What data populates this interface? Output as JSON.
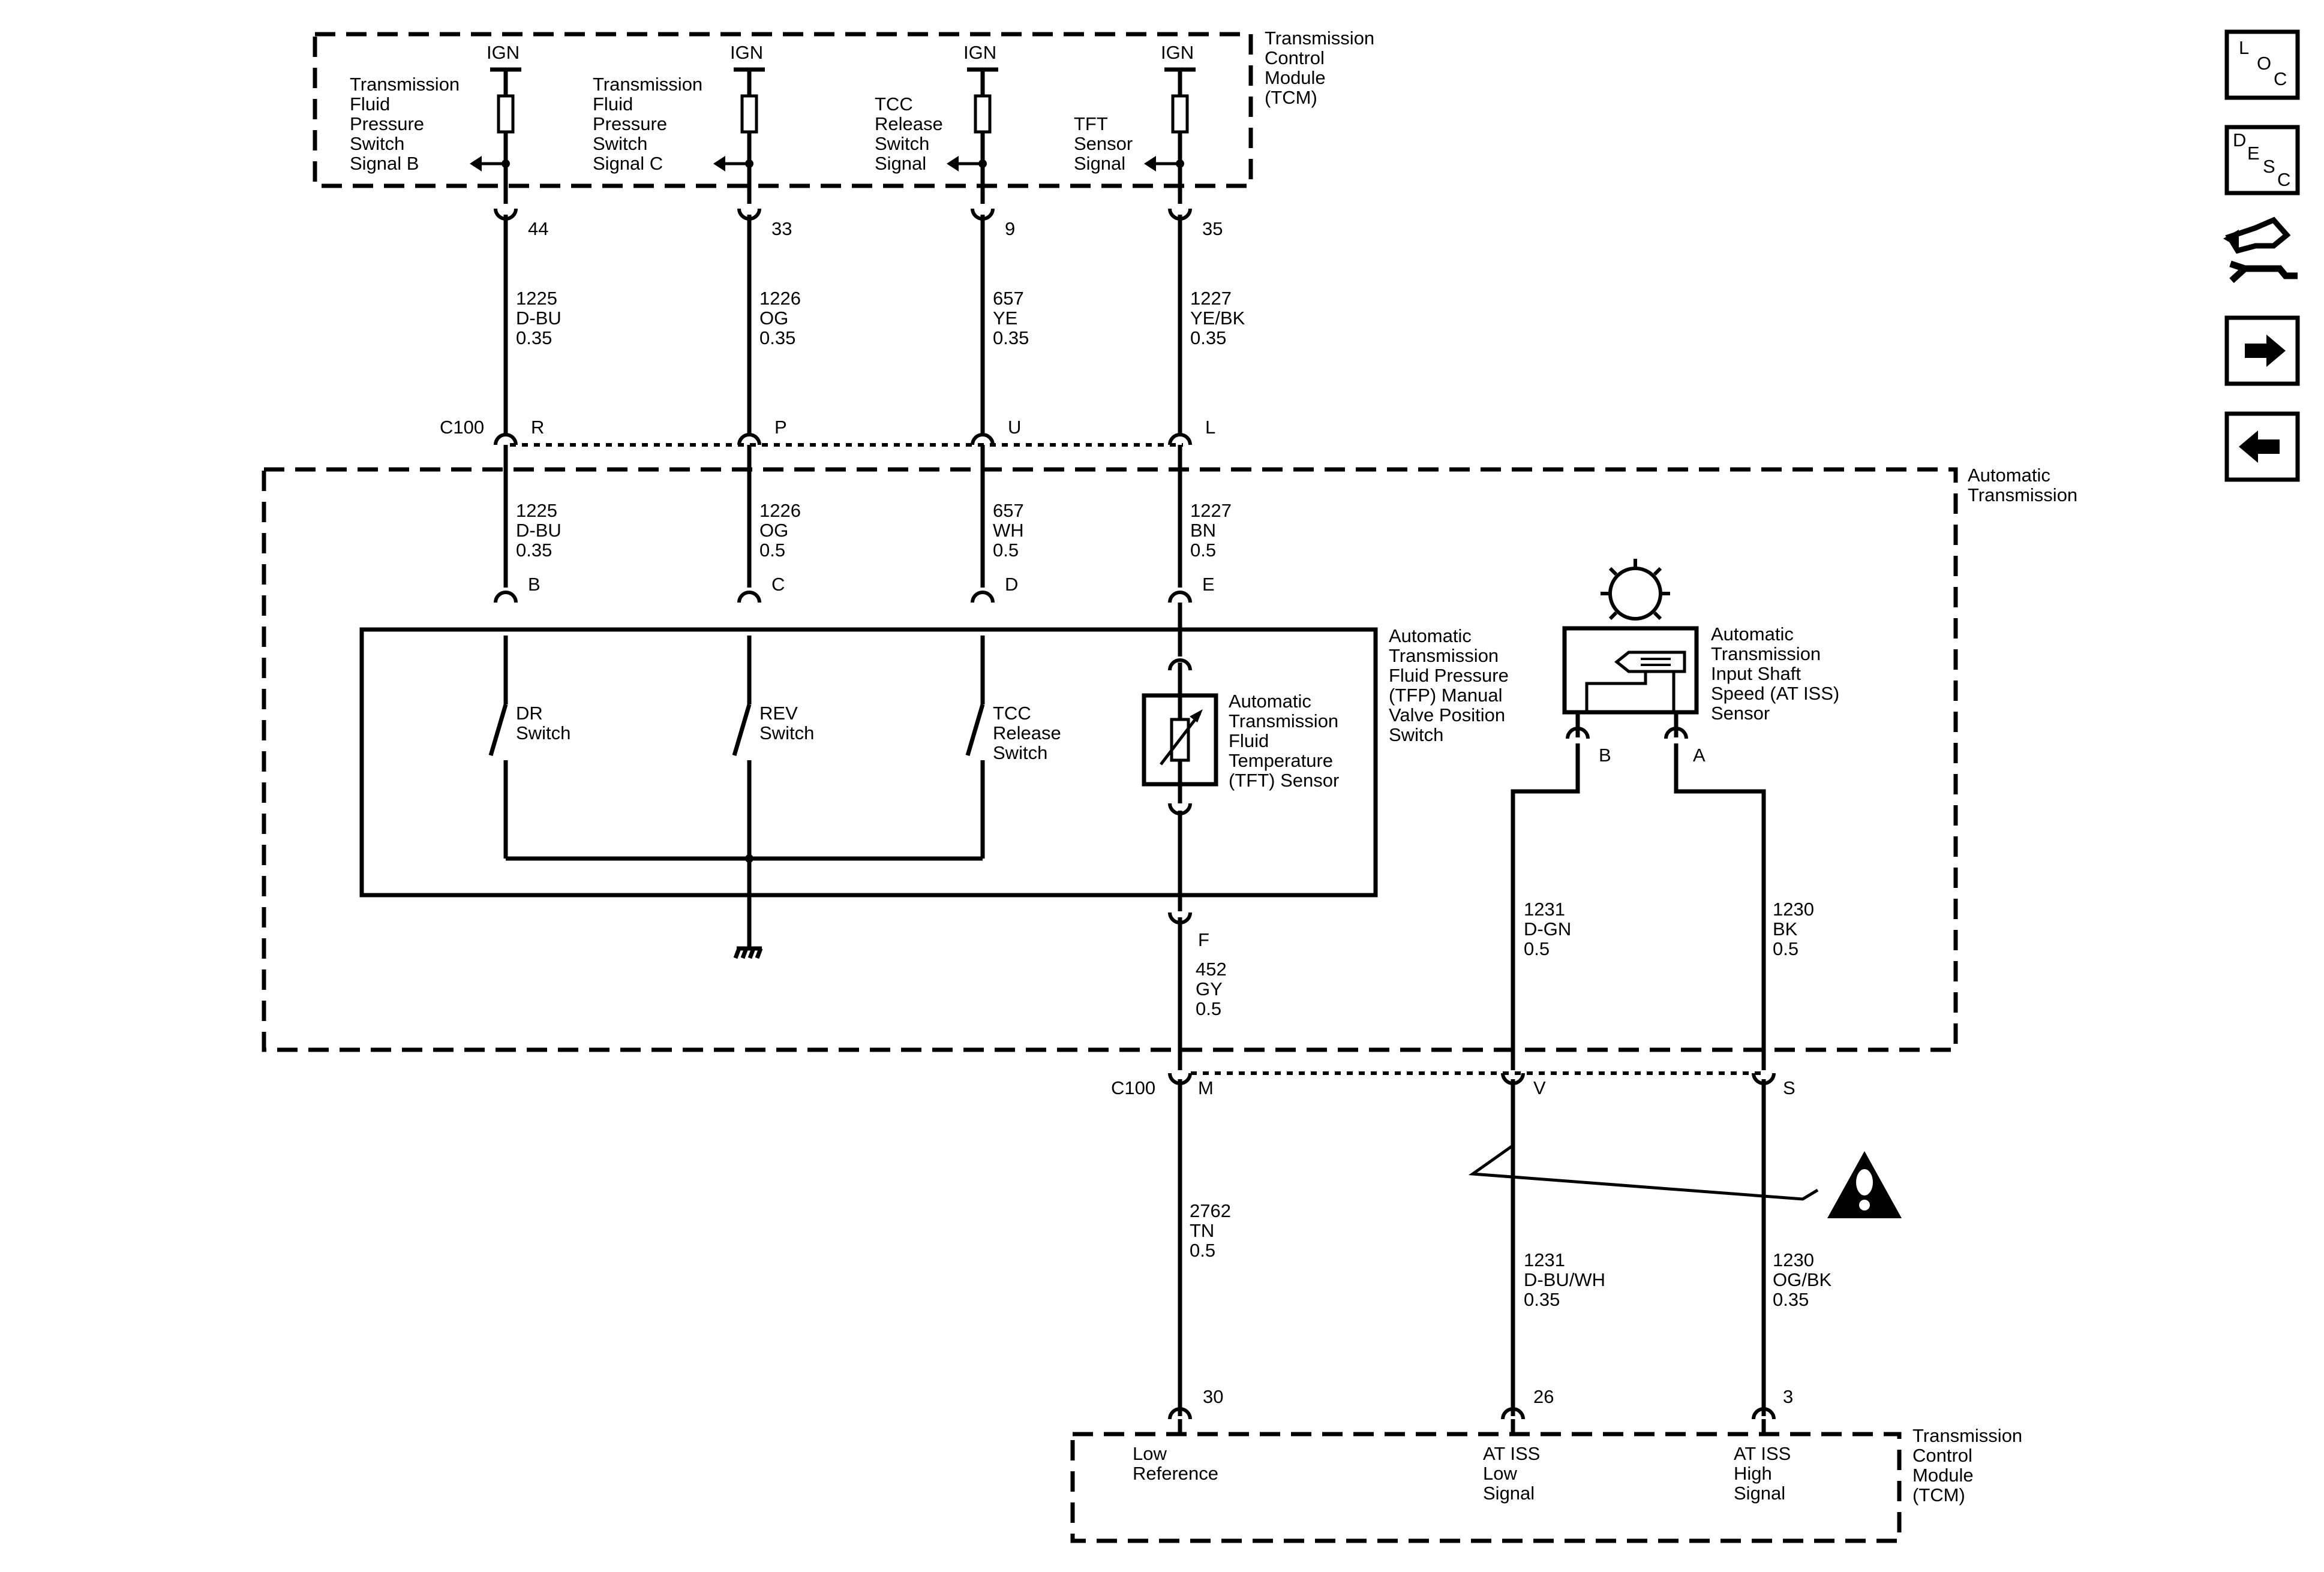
{
  "tcm_top": {
    "label_lines": [
      "Transmission",
      "Control",
      "Module",
      "(TCM)"
    ]
  },
  "tcm_bottom": {
    "label_lines": [
      "Transmission",
      "Control",
      "Module",
      "(TCM)"
    ]
  },
  "auto_trans": {
    "label_lines": [
      "Automatic",
      "Transmission"
    ]
  },
  "tfp_switch": {
    "label_lines": [
      "Automatic",
      "Transmission",
      "Fluid Pressure",
      "(TFP) Manual",
      "Valve Position",
      "Switch"
    ]
  },
  "iss_sensor": {
    "label_lines": [
      "Automatic",
      "Transmission",
      "Input Shaft",
      "Speed (AT ISS)",
      "Sensor"
    ]
  },
  "tft_sensor": {
    "label_lines": [
      "Automatic",
      "Transmission",
      "Fluid",
      "Temperature",
      "(TFT) Sensor"
    ]
  },
  "ign": "IGN",
  "top_signals": [
    {
      "lines": [
        "Transmission",
        "Fluid",
        "Pressure",
        "Switch",
        "Signal B"
      ],
      "pin": "44",
      "wire_top": [
        "1225",
        "D-BU",
        "0.35"
      ],
      "c100_pin": "R",
      "wire_mid": [
        "1225",
        "D-BU",
        "0.35"
      ],
      "conn_pin": "B"
    },
    {
      "lines": [
        "Transmission",
        "Fluid",
        "Pressure",
        "Switch",
        "Signal C"
      ],
      "pin": "33",
      "wire_top": [
        "1226",
        "OG",
        "0.35"
      ],
      "c100_pin": "P",
      "wire_mid": [
        "1226",
        "OG",
        "0.5"
      ],
      "conn_pin": "C"
    },
    {
      "lines": [
        "TCC",
        "Release",
        "Switch",
        "Signal"
      ],
      "pin": "9",
      "wire_top": [
        "657",
        "YE",
        "0.35"
      ],
      "c100_pin": "U",
      "wire_mid": [
        "657",
        "WH",
        "0.5"
      ],
      "conn_pin": "D"
    },
    {
      "lines": [
        "TFT",
        "Sensor",
        "Signal"
      ],
      "pin": "35",
      "wire_top": [
        "1227",
        "YE/BK",
        "0.35"
      ],
      "c100_pin": "L",
      "wire_mid": [
        "1227",
        "BN",
        "0.5"
      ],
      "conn_pin": "E"
    }
  ],
  "switches": [
    {
      "lines": [
        "DR",
        "Switch"
      ]
    },
    {
      "lines": [
        "REV",
        "Switch"
      ]
    },
    {
      "lines": [
        "TCC",
        "Release",
        "Switch"
      ]
    }
  ],
  "c100": "C100",
  "tft_bottom": {
    "conn_pin": "F",
    "wire": [
      "452",
      "GY",
      "0.5"
    ],
    "c100_pin": "M",
    "wire_low": [
      "2762",
      "TN",
      "0.5"
    ],
    "tcm_pin": "30",
    "tcm_label": [
      "Low",
      "Reference"
    ]
  },
  "iss_low": {
    "sensor_pin": "B",
    "wire": [
      "1231",
      "D-GN",
      "0.5"
    ],
    "c100_pin": "V",
    "wire_low": [
      "1231",
      "D-BU/WH",
      "0.35"
    ],
    "tcm_pin": "26",
    "tcm_label": [
      "AT ISS",
      "Low",
      "Signal"
    ]
  },
  "iss_high": {
    "sensor_pin": "A",
    "wire": [
      "1230",
      "BK",
      "0.5"
    ],
    "c100_pin": "S",
    "wire_low": [
      "1230",
      "OG/BK",
      "0.35"
    ],
    "tcm_pin": "3",
    "tcm_label": [
      "AT ISS",
      "High",
      "Signal"
    ]
  },
  "nav": {
    "loc": [
      "L",
      "O",
      "C"
    ],
    "desc": [
      "D",
      "E",
      "S",
      "C"
    ],
    "icons": [
      "loc-icon",
      "desc-icon",
      "hand-wrench-icon",
      "arrow-right-icon",
      "arrow-left-icon"
    ]
  },
  "warning_icon": "warning-icon"
}
